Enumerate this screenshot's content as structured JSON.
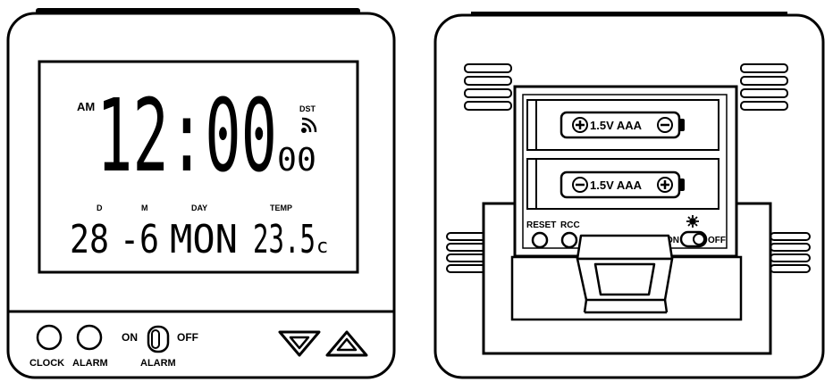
{
  "front": {
    "lcd": {
      "am": "AM",
      "time": "12:00",
      "seconds": "00",
      "dst": "DST",
      "date_day_label": "D",
      "date_day": "28",
      "date_month_label": "M",
      "date_month": "-6",
      "weekday_label": "DAY",
      "weekday": "MON",
      "temp_label": "TEMP",
      "temp": "23.5",
      "temp_unit": "c"
    },
    "buttons": {
      "clock": "CLOCK",
      "alarm": "ALARM",
      "switch_on": "ON",
      "switch_off": "OFF",
      "switch_caption": "ALARM"
    }
  },
  "back": {
    "battery_top": "1.5V AAA",
    "battery_bottom": "1.5V AAA",
    "reset": "RESET",
    "rcc": "RCC",
    "light_on": "ON",
    "light_off": "OFF"
  }
}
